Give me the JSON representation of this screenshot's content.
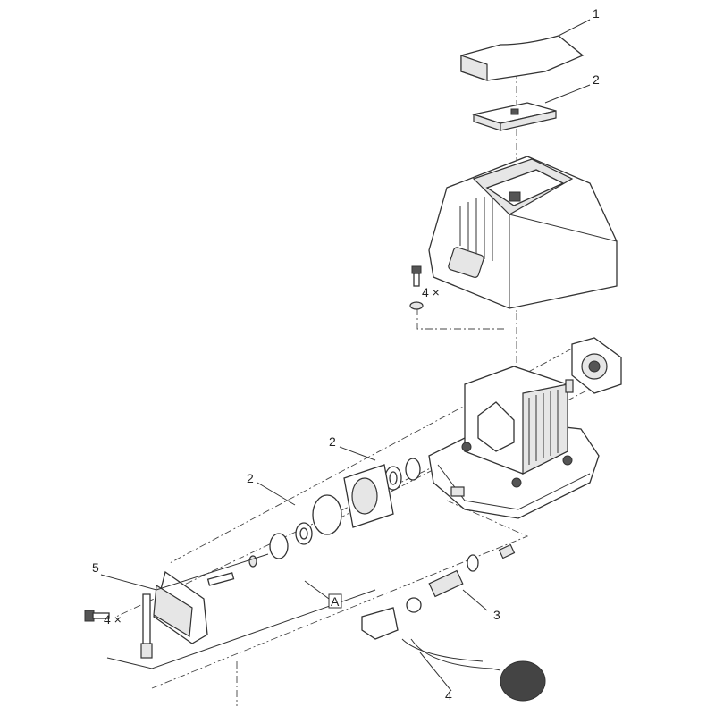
{
  "callouts": {
    "c1": "1",
    "c2_top": "2",
    "c2_mid": "2",
    "c2_left": "2",
    "c3": "3",
    "c4": "4",
    "c5": "5",
    "qty_top": "4 ×",
    "qty_left": "4 ×",
    "ref_box": "A"
  }
}
